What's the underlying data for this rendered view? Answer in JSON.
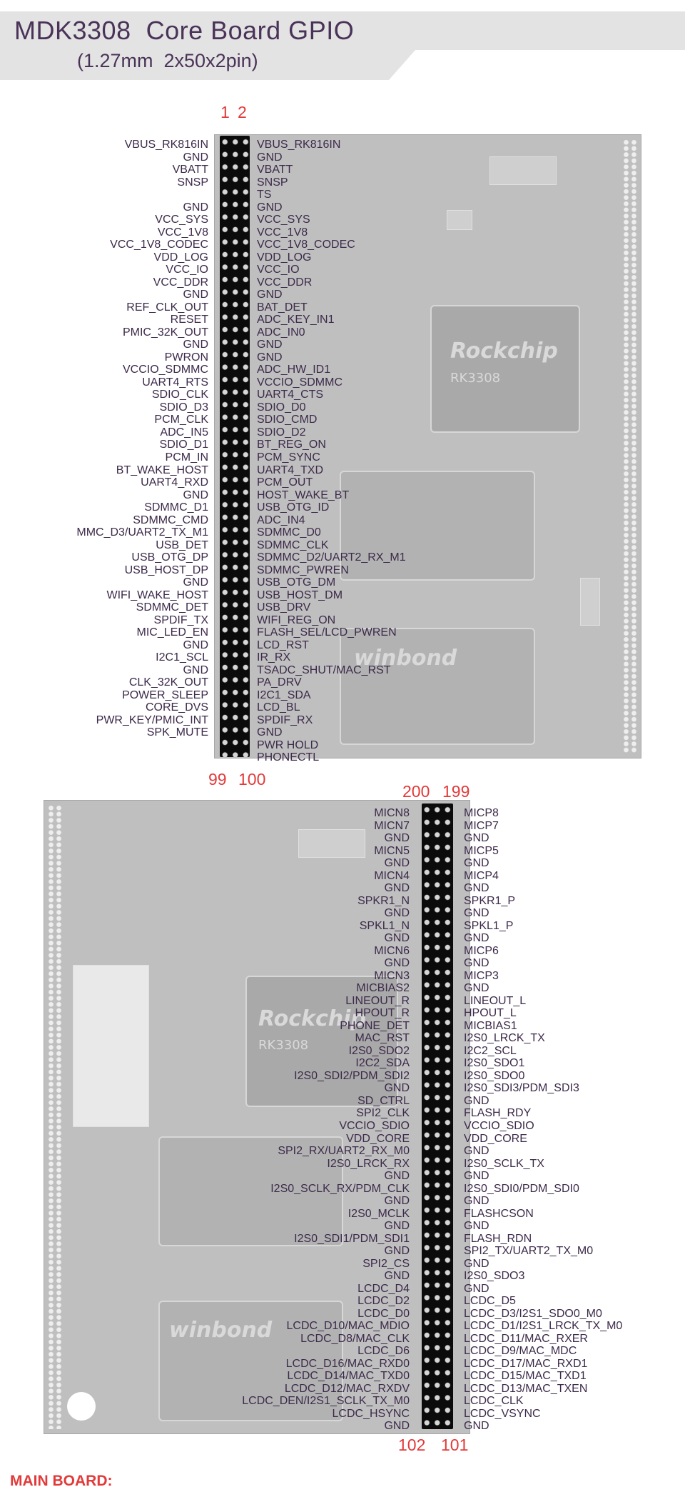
{
  "header": {
    "title": "MDK3308  Core Board GPIO",
    "subtitle": "(1.27mm  2x50x2pin)"
  },
  "upper": {
    "pin_numbers": {
      "top_left": "1",
      "top_right": "2",
      "bottom_left": "99",
      "bottom_right": "100"
    },
    "board_labels": {
      "soc": "Rockchip",
      "soc_part": "RK3308",
      "flash": "winbond"
    },
    "left": [
      "VBUS_RK816IN",
      "GND",
      "VBATT",
      "SNSP",
      "",
      "GND",
      "VCC_SYS",
      "VCC_1V8",
      "VCC_1V8_CODEC",
      "VDD_LOG",
      "VCC_IO",
      "VCC_DDR",
      "GND",
      "REF_CLK_OUT",
      "RESET",
      "PMIC_32K_OUT",
      "GND",
      "PWRON",
      "VCCIO_SDMMC",
      "UART4_RTS",
      "SDIO_CLK",
      "SDIO_D3",
      "PCM_CLK",
      "ADC_IN5",
      "SDIO_D1",
      "PCM_IN",
      "BT_WAKE_HOST",
      "UART4_RXD",
      "GND",
      "SDMMC_D1",
      "SDMMC_CMD",
      "MMC_D3/UART2_TX_M1",
      "USB_DET",
      "USB_OTG_DP",
      "USB_HOST_DP",
      "GND",
      "WIFI_WAKE_HOST",
      "SDMMC_DET",
      "SPDIF_TX",
      "MIC_LED_EN",
      "GND",
      "I2C1_SCL",
      "GND",
      "CLK_32K_OUT",
      "POWER_SLEEP",
      "CORE_DVS",
      "PWR_KEY/PMIC_INT",
      "SPK_MUTE"
    ],
    "right": [
      "VBUS_RK816IN",
      "GND",
      "VBATT",
      "SNSP",
      "TS",
      "GND",
      "VCC_SYS",
      "VCC_1V8",
      "VCC_1V8_CODEC",
      "VDD_LOG",
      "VCC_IO",
      "VCC_DDR",
      "GND",
      "BAT_DET",
      "ADC_KEY_IN1",
      "ADC_IN0",
      "GND",
      "GND",
      "ADC_HW_ID1",
      "VCCIO_SDMMC",
      "UART4_CTS",
      "SDIO_D0",
      "SDIO_CMD",
      "SDIO_D2",
      "BT_REG_ON",
      "PCM_SYNC",
      "UART4_TXD",
      "PCM_OUT",
      "HOST_WAKE_BT",
      "USB_OTG_ID",
      "ADC_IN4",
      "SDMMC_D0",
      "SDMMC_CLK",
      "SDMMC_D2/UART2_RX_M1",
      "SDMMC_PWREN",
      "USB_OTG_DM",
      "USB_HOST_DM",
      "USB_DRV",
      "WIFI_REG_ON",
      "FLASH_SEL/LCD_PWREN",
      "LCD_RST",
      "IR_RX",
      "TSADC_SHUT/MAC_RST",
      "PA_DRV",
      "I2C1_SDA",
      "LCD_BL",
      "SPDIF_RX",
      "GND",
      "PWR HOLD",
      "PHONECTL"
    ]
  },
  "lower": {
    "pin_numbers": {
      "top_left": "200",
      "top_right": "199",
      "bottom_left": "102",
      "bottom_right": "101"
    },
    "board_labels": {
      "soc": "Rockchip",
      "soc_part": "RK3308",
      "flash": "winbond"
    },
    "left": [
      "MICN8",
      "MICN7",
      "GND",
      "MICN5",
      "GND",
      "MICN4",
      "GND",
      "SPKR1_N",
      "GND",
      "SPKL1_N",
      "GND",
      "MICN6",
      "GND",
      "MICN3",
      "MICBIAS2",
      "LINEOUT_R",
      "HPOUT_R",
      "PHONE_DET",
      "MAC_RST",
      "I2S0_SDO2",
      "I2C2_SDA",
      "I2S0_SDI2/PDM_SDI2",
      "GND",
      "SD_CTRL",
      "SPI2_CLK",
      "VCCIO_SDIO",
      "VDD_CORE",
      "SPI2_RX/UART2_RX_M0",
      "I2S0_LRCK_RX",
      "GND",
      "I2S0_SCLK_RX/PDM_CLK",
      "GND",
      "I2S0_MCLK",
      "GND",
      "I2S0_SDI1/PDM_SDI1",
      "GND",
      "SPI2_CS",
      "GND",
      "LCDC_D4",
      "LCDC_D2",
      "LCDC_D0",
      "LCDC_D10/MAC_MDIO",
      "LCDC_D8/MAC_CLK",
      "LCDC_D6",
      "LCDC_D16/MAC_RXD0",
      "LCDC_D14/MAC_TXD0",
      "LCDC_D12/MAC_RXDV",
      "LCDC_DEN/I2S1_SCLK_TX_M0",
      "LCDC_HSYNC",
      "GND"
    ],
    "right": [
      "MICP8",
      "MICP7",
      "GND",
      "MICP5",
      "GND",
      "MICP4",
      "GND",
      "SPKR1_P",
      "GND",
      "SPKL1_P",
      "GND",
      "MICP6",
      "GND",
      "MICP3",
      "GND",
      "LINEOUT_L",
      "HPOUT_L",
      "MICBIAS1",
      "I2S0_LRCK_TX",
      "I2C2_SCL",
      "I2S0_SDO1",
      "I2S0_SDO0",
      "I2S0_SDI3/PDM_SDI3",
      "GND",
      "FLASH_RDY",
      "VCCIO_SDIO",
      "VDD_CORE",
      "GND",
      "I2S0_SCLK_TX",
      "GND",
      "I2S0_SDI0/PDM_SDI0",
      "GND",
      "FLASHCSON",
      "GND",
      "FLASH_RDN",
      "SPI2_TX/UART2_TX_M0",
      "GND",
      "I2S0_SDO3",
      "GND",
      "LCDC_D5",
      "LCDC_D3/I2S1_SDO0_M0",
      "LCDC_D1/I2S1_LRCK_TX_M0",
      "LCDC_D11/MAC_RXER",
      "LCDC_D9/MAC_MDC",
      "LCDC_D17/MAC_RXD1",
      "LCDC_D15/MAC_TXD1",
      "LCDC_D13/MAC_TXEN",
      "LCDC_CLK",
      "LCDC_VSYNC",
      "GND"
    ]
  },
  "footer": {
    "main_board_label": "MAIN BOARD:"
  }
}
